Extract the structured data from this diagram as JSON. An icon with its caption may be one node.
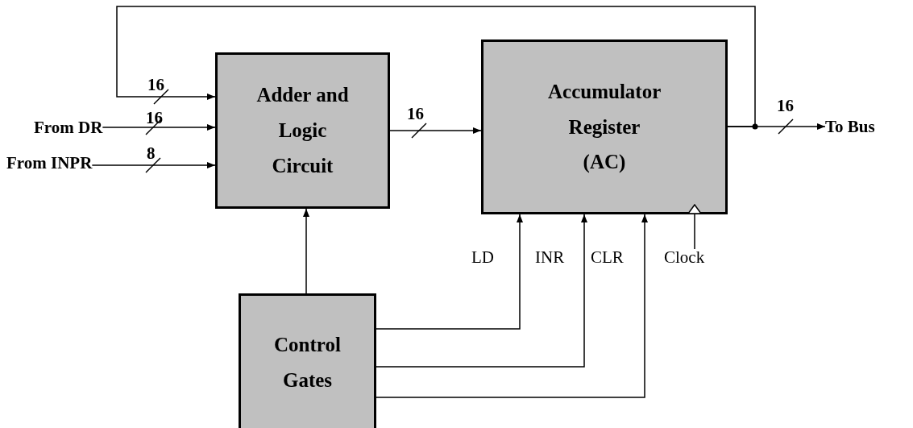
{
  "diagram": {
    "nodes": [
      {
        "text": [
          "Adder and Logic Circuit"
        ]
      },
      {
        "text": [
          "Accumulator Register (AC)"
        ]
      },
      {
        "text": [
          "Control Gates"
        ]
      },
      {
        "text": [
          "From DR"
        ]
      },
      {
        "text": [
          "From INPR"
        ]
      },
      {
        "text": [
          "To Bus"
        ]
      },
      {
        "text": [
          "Clock"
        ]
      }
    ],
    "edges": [
      {
        "from": 3,
        "to": 0,
        "arrow": "to",
        "label": "16"
      },
      {
        "from": 4,
        "to": 0,
        "arrow": "to",
        "label": "8"
      },
      {
        "from": 0,
        "to": 1,
        "arrow": "to",
        "label": "16"
      },
      {
        "from": 1,
        "to": 5,
        "arrow": "to",
        "label": "16"
      },
      {
        "from": 1,
        "to": 0,
        "arrow": "to",
        "label": "16"
      },
      {
        "from": 2,
        "to": 0,
        "arrow": "to"
      },
      {
        "from": 2,
        "to": 1,
        "arrow": "to",
        "label": "LD"
      },
      {
        "from": 2,
        "to": 1,
        "arrow": "to",
        "label": "INR"
      },
      {
        "from": 2,
        "to": 1,
        "arrow": "to",
        "label": "CLR"
      },
      {
        "from": 6,
        "to": 1,
        "arrow": "none"
      }
    ]
  }
}
